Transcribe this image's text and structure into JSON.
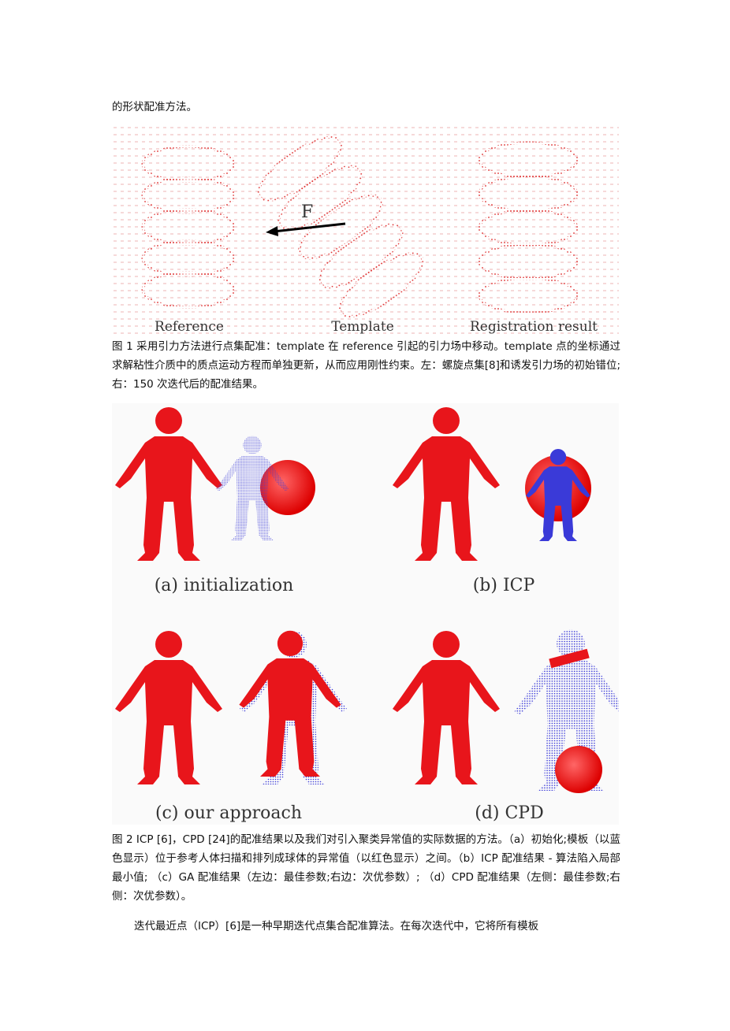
{
  "intro_line": "的形状配准方法。",
  "figure1": {
    "labels": [
      "Reference",
      "Template",
      "Registration result"
    ],
    "force_label": "F",
    "caption": "图 1 采用引力方法进行点集配准：template 在 reference 引起的引力场中移动。template 点的坐标通过求解粘性介质中的质点运动方程而单独更新，从而应用刚性约束。左：螺旋点集[8]和诱发引力场的初始错位; 右：150 次迭代后的配准结果。"
  },
  "figure2": {
    "panels": [
      "(a) initialization",
      "(b) ICP",
      "(c) our approach",
      "(d) CPD"
    ],
    "caption": "图 2 ICP [6]，CPD [24]的配准结果以及我们对引入聚类异常值的实际数据的方法。（a）初始化;模板（以蓝色显示）位于参考人体扫描和排列成球体的异常值（以红色显示）之间。（b）ICP 配准结果 - 算法陷入局部最小值; （c）GA 配准结果（左边：最佳参数;右边：次优参数）; （d）CPD 配准结果（左侧：最佳参数;右侧：次优参数）。"
  },
  "body_paragraph": "迭代最近点（ICP）[6]是一种早期迭代点集合配准算法。在每次迭代中，它将所有模板",
  "colors": {
    "red": "#e8151b",
    "blue": "#3a3ad8"
  }
}
